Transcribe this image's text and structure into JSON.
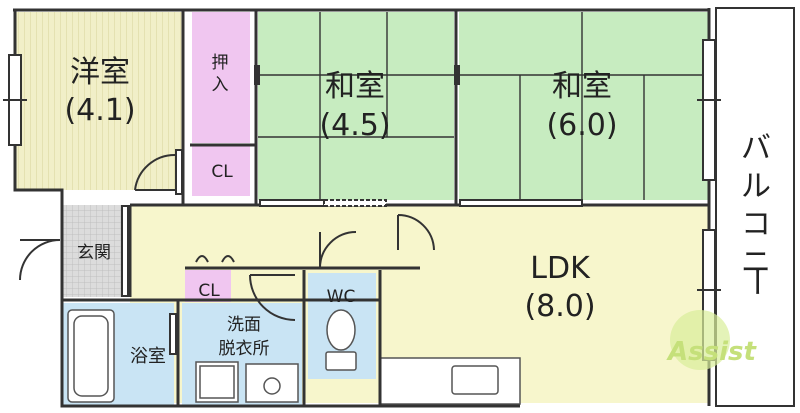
{
  "rooms": {
    "western": {
      "name": "洋室",
      "size": "(4.1)"
    },
    "japanese_a": {
      "name": "和室",
      "size": "(4.5)"
    },
    "japanese_b": {
      "name": "和室",
      "size": "(6.0)"
    },
    "ldk": {
      "name": "LDK",
      "size": "(8.0)"
    },
    "oshiire": {
      "line1": "押",
      "line2": "入"
    },
    "closet_upper": "CL",
    "closet_lower": "CL",
    "entrance": "玄関",
    "bath": "浴室",
    "washroom": {
      "line1": "洗面",
      "line2": "脱衣所"
    },
    "wc": "WC",
    "balcony": [
      "バ",
      "ル",
      "コ",
      "ニ",
      "ー"
    ]
  },
  "watermark": "Assist",
  "colors": {
    "western_floor": "#f1efc8",
    "tatami": "#c7ecc0",
    "ldk_floor": "#f7f6cc",
    "closet": "#f0c6f0",
    "wet_area": "#c9e4f4",
    "entrance_tile": "#d9d9d9",
    "wall": "#333333"
  }
}
